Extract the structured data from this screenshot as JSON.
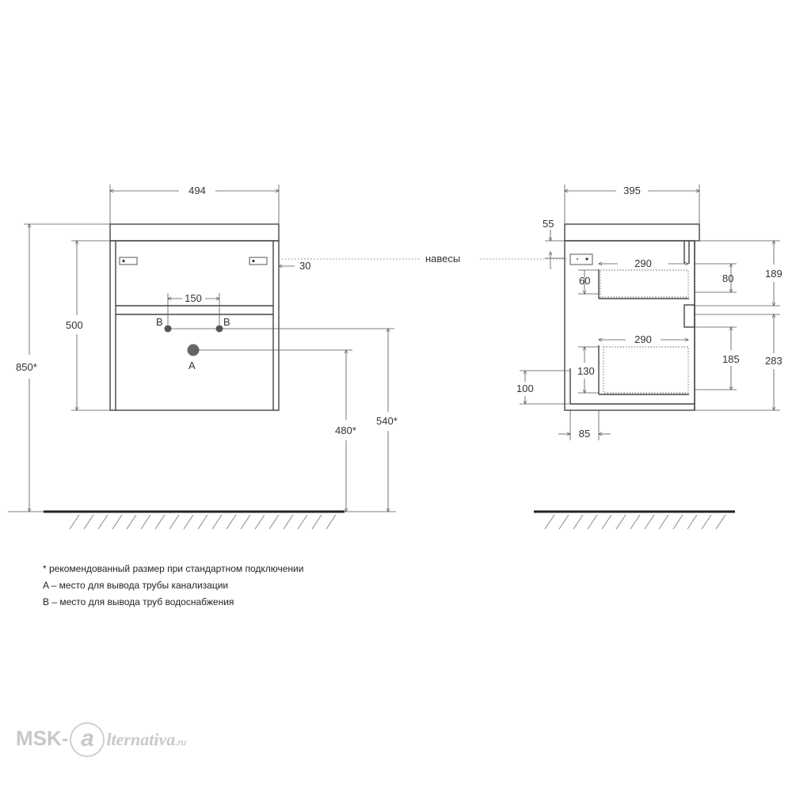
{
  "front_view": {
    "width": "494",
    "height_body": "500",
    "total_height": "850*",
    "hinge_offset": "30",
    "supply_spacing": "150",
    "supply_label_left": "B",
    "supply_label_right": "B",
    "drain_label": "A",
    "drain_height": "480*",
    "supply_height": "540*"
  },
  "side_view": {
    "depth": "395",
    "top_thickness": "55",
    "hinges_label": "навесы",
    "upper_drawer_depth": "290",
    "upper_drawer_offset": "60",
    "upper_drawer_inner": "80",
    "upper_height": "189",
    "lower_drawer_depth": "290",
    "lower_drawer_height": "185",
    "lower_height": "283",
    "lower_drawer_offset": "130",
    "bottom_clearance": "100",
    "notch_depth": "85"
  },
  "notes": [
    "* рекомендованный размер при стандартном подключении",
    "A – место для вывода трубы канализации",
    "B – место для вывода труб водоснабжения"
  ],
  "watermark": {
    "prefix": "MSK-",
    "at": "a",
    "rest": "lternativa",
    "tld": ".ru"
  }
}
